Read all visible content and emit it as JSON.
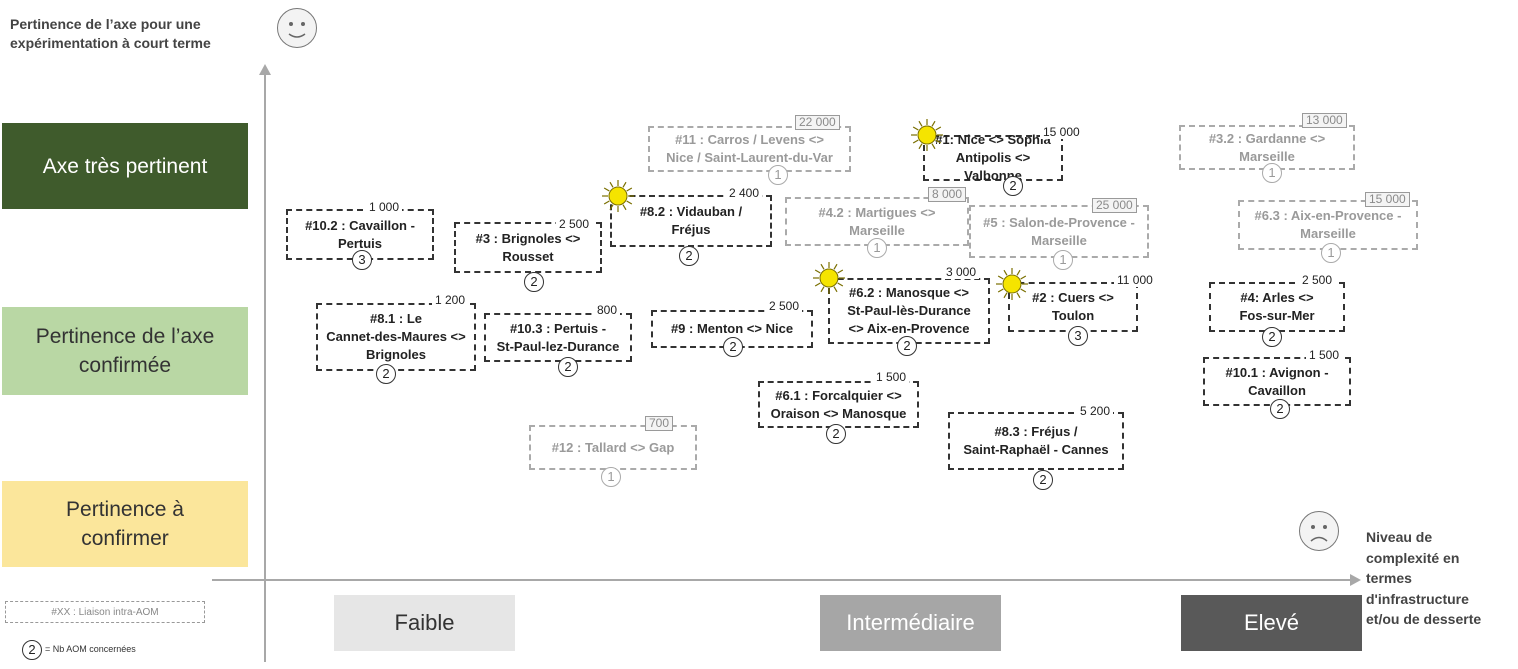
{
  "yaxis_title_line1": "Pertinence de l’axe pour une",
  "yaxis_title_line2": "expérimentation à court terme",
  "xaxis_title_lines": [
    "Niveau de",
    "complexité en",
    "termes",
    "d'infrastructure",
    "et/ou de desserte"
  ],
  "bands": [
    {
      "line1": "Axe très pertinent",
      "line2": ""
    },
    {
      "line1": "Pertinence de l’axe",
      "line2": "confirmée"
    },
    {
      "line1": "Pertinence à",
      "line2": "confirmer"
    }
  ],
  "levels": [
    "Faible",
    "Intermédiaire",
    "Elevé"
  ],
  "legend": {
    "box_label": "#XX : Liaison intra-AOM",
    "circle_value": "2",
    "circle_label": "= Nb AOM concernées"
  },
  "icons": {
    "happy_face": "smiley-face-icon",
    "sad_face": "sad-face-icon",
    "sun": "sun-icon"
  },
  "colors": {
    "band_high": "#3f5b2c",
    "band_mid": "#b9d7a4",
    "band_low": "#fbe69b",
    "level_low": "#e6e6e6",
    "level_mid": "#a6a6a6",
    "level_high": "#595959",
    "sun": "#f5e400"
  },
  "links": [
    {
      "line1": "#11 : Carros / Levens <>",
      "line2": "Nice / Saint-Laurent-du-Var",
      "pop": "22 000",
      "aom": "1",
      "faded": true,
      "sun": false
    },
    {
      "line1": "#1: Nice <> Sophia",
      "line2": "Antipolis <> Valbonne",
      "pop": "15 000",
      "aom": "2",
      "faded": false,
      "sun": true
    },
    {
      "line1": "#3.2 : Gardanne <>",
      "line2": "Marseille",
      "pop": "13 000",
      "aom": "1",
      "faded": true,
      "sun": false
    },
    {
      "line1": "#10.2 : Cavaillon -",
      "line2": "Pertuis",
      "pop": "1 000",
      "aom": "3",
      "faded": false,
      "sun": false
    },
    {
      "line1": "#3 : Brignoles <>",
      "line2": "Rousset",
      "pop": "2 500",
      "aom": "2",
      "faded": false,
      "sun": false
    },
    {
      "line1": "#8.2 : Vidauban /",
      "line2": "Fréjus",
      "pop": "2 400",
      "aom": "2",
      "faded": false,
      "sun": true
    },
    {
      "line1": "#4.2 : Martigues <>",
      "line2": "Marseille",
      "pop": "8 000",
      "aom": "1",
      "faded": true,
      "sun": false
    },
    {
      "line1": "#5 : Salon-de-Provence -",
      "line2": "Marseille",
      "pop": "25 000",
      "aom": "1",
      "faded": true,
      "sun": false
    },
    {
      "line1": "#6.3 : Aix-en-Provence -",
      "line2": "Marseille",
      "pop": "15 000",
      "aom": "1",
      "faded": true,
      "sun": false
    },
    {
      "line1": "#8.1 : Le",
      "line2": "Cannet-des-Maures <>",
      "line3": "Brignoles",
      "pop": "1 200",
      "aom": "2",
      "faded": false,
      "sun": false
    },
    {
      "line1": "#10.3 : Pertuis -",
      "line2": "St-Paul-lez-Durance",
      "pop": "800",
      "aom": "2",
      "faded": false,
      "sun": false
    },
    {
      "line1": "#9 : Menton <> Nice",
      "line2": "",
      "pop": "2 500",
      "aom": "2",
      "faded": false,
      "sun": false
    },
    {
      "line1": "#6.2 : Manosque <>",
      "line2": "St-Paul-lès-Durance",
      "line3": "<> Aix-en-Provence",
      "pop": "3 000",
      "aom": "2",
      "faded": false,
      "sun": true
    },
    {
      "line1": "#2 : Cuers <>",
      "line2": "Toulon",
      "pop": "11 000",
      "aom": "3",
      "faded": false,
      "sun": true
    },
    {
      "line1": "#4: Arles <>",
      "line2": "Fos-sur-Mer",
      "pop": "2 500",
      "aom": "2",
      "faded": false,
      "sun": false
    },
    {
      "line1": "#10.1 : Avignon -",
      "line2": "Cavaillon",
      "pop": "1 500",
      "aom": "2",
      "faded": false,
      "sun": false
    },
    {
      "line1": "#6.1 : Forcalquier <>",
      "line2": "Oraison <> Manosque",
      "pop": "1 500",
      "aom": "2",
      "faded": false,
      "sun": false
    },
    {
      "line1": "#12 : Tallard <> Gap",
      "line2": "",
      "pop": "700",
      "aom": "1",
      "faded": true,
      "sun": false
    },
    {
      "line1": "#8.3 : Fréjus /",
      "line2": "Saint-Raphaël - Cannes",
      "pop": "5 200",
      "aom": "2",
      "faded": false,
      "sun": false
    }
  ]
}
